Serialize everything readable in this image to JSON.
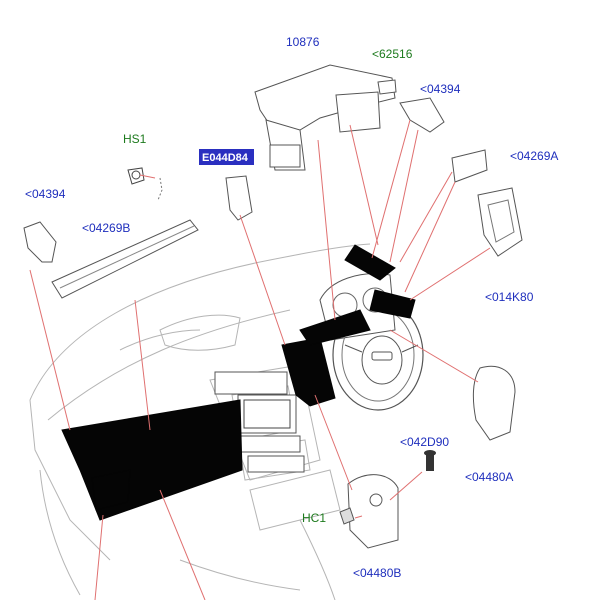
{
  "colors": {
    "part_label": "#1f2fbd",
    "fastener_label": "#1d7a1d",
    "highlight_box": "#2a2fc0",
    "leader_line": "#e07070",
    "trim_black": "#050505"
  },
  "labels": {
    "part_10876": "10876",
    "part_62516": "<62516",
    "part_04394_right": "<04394",
    "hs1": "HS1",
    "highlighted": "E044D84",
    "part_04269a": "<04269A",
    "part_04394_left": "<04394",
    "part_04269b": "<04269B",
    "part_014k80": "<014K80",
    "part_042d90": "<042D90",
    "part_04480a": "<04480A",
    "hc1": "HC1",
    "part_04480b": "<04480B"
  }
}
